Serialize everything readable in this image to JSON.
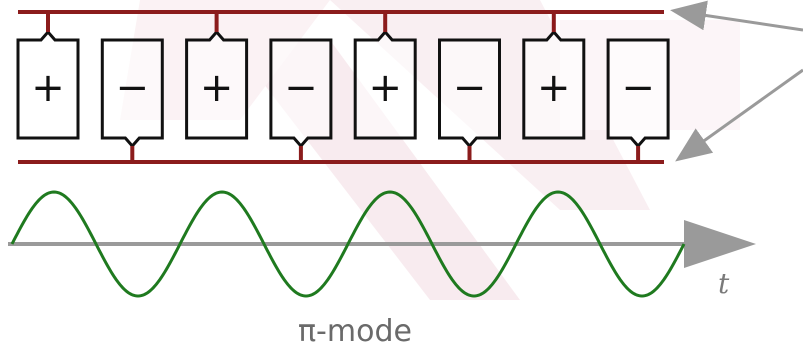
{
  "diagram": {
    "mode_label": "π-mode",
    "time_axis_label": "t",
    "cavity_signs": [
      "+",
      "−",
      "+",
      "−",
      "+",
      "−",
      "+",
      "−"
    ],
    "wave_cycles": 4,
    "colors": {
      "bus_line": "#8b1c1c",
      "cavity_outline": "#111111",
      "wave": "#1f7a1f",
      "axis": "#9a9a9a",
      "pointer_arrow": "#9a9a9a",
      "label_text": "#6a6a6a",
      "watermark": "#d68aa0"
    }
  }
}
